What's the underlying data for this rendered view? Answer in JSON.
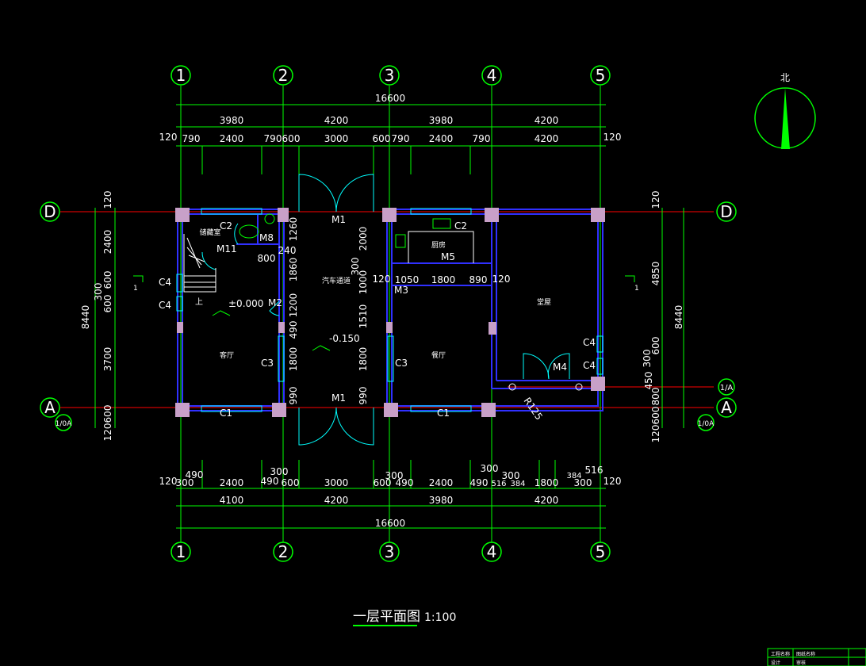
{
  "colors": {
    "background": "#000000",
    "dimension_line": "#00ff00",
    "axis_line": "#ff0000",
    "wall": "#3030ff",
    "column": "#c8a0c8",
    "door": "#00ffff",
    "text": "#ffffff",
    "title_underline": "#00ff00"
  },
  "title": {
    "main": "一层平面图",
    "scale": "1:100"
  },
  "compass": {
    "label": "北"
  },
  "axes": {
    "columns": [
      "1",
      "2",
      "3",
      "4",
      "5"
    ],
    "rows": [
      "D",
      "A"
    ],
    "sub_rows": [
      "1/A",
      "1/0A"
    ]
  },
  "top_dims": {
    "overall": "16600",
    "bays": [
      "3980",
      "4200",
      "3980",
      "4200"
    ],
    "detail": [
      "120",
      "790",
      "2400",
      "790",
      "600",
      "3000",
      "600",
      "790",
      "2400",
      "790",
      "4200",
      "120"
    ]
  },
  "bottom_dims": {
    "overall": "16600",
    "bays": [
      "4100",
      "4200",
      "3980",
      "4200"
    ],
    "detail": [
      "120",
      "300",
      "490",
      "2400",
      "490",
      "600",
      "3000",
      "600",
      "490",
      "2400",
      "490",
      "516",
      "384",
      "1800",
      "384",
      "300",
      "120"
    ],
    "upper": [
      "300",
      "300",
      "300",
      "300",
      "516"
    ]
  },
  "left_dims": {
    "overall": "8440",
    "parts": [
      "120",
      "2400",
      "600",
      "300",
      "600",
      "3700",
      "600",
      "120"
    ]
  },
  "right_dims": {
    "overall": "8440",
    "parts": [
      "120",
      "4850",
      "600",
      "300",
      "450",
      "800",
      "600",
      "120"
    ]
  },
  "interior_dims": {
    "col2": [
      "1260",
      "240",
      "1860",
      "1200",
      "490",
      "1800",
      "990"
    ],
    "col3": [
      "2000",
      "300",
      "1000",
      "1510",
      "1800",
      "990"
    ],
    "kitchen_row": [
      "120",
      "1050",
      "1800",
      "890",
      "120"
    ],
    "wc": "800"
  },
  "labels": {
    "windows": [
      "C1",
      "C1",
      "C2",
      "C2",
      "C3",
      "C3",
      "C4",
      "C4",
      "C4",
      "C4"
    ],
    "doors": [
      "M1",
      "M1",
      "M2",
      "M3",
      "M4",
      "M5",
      "M8",
      "M11"
    ],
    "elevations": [
      "±0.000",
      "-0.150"
    ],
    "radius": "R125",
    "section_marks": [
      "1",
      "1"
    ],
    "stair_up": "上"
  },
  "rooms": [
    "储藏室",
    "汽车通道",
    "厨房",
    "客厅",
    "餐厅",
    "堂屋"
  ],
  "titleblock": {
    "cells": [
      "工程名称",
      "图纸名称",
      "设计",
      "审核"
    ]
  }
}
